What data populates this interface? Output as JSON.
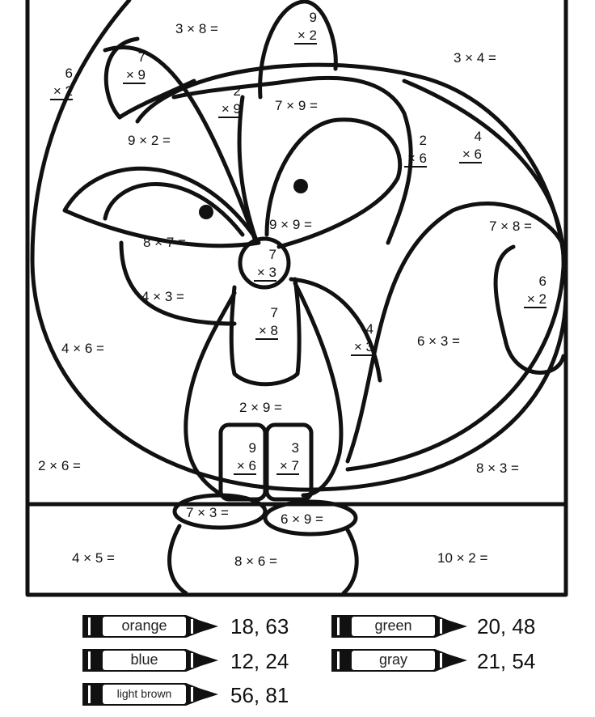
{
  "labels": {
    "l1": "3 × 8 =",
    "l2": "3 × 4 =",
    "l3": "7 × 9 =",
    "l4": "9 × 2 =",
    "l5": "9 × 9 =",
    "l6": "7 × 8 =",
    "l7": "8 × 7 =",
    "l8": "4 × 3 =",
    "l9": "6 × 3 =",
    "l10": "4 × 6 =",
    "l11": "2 × 9 =",
    "l12": "2 × 6 =",
    "l13": "8 × 3 =",
    "l14": "7 × 3 =",
    "l15": "6 × 9 =",
    "l16": "4 × 5 =",
    "l17": "8 × 6 =",
    "l18": "10 × 2 ="
  },
  "stacked": {
    "s1": {
      "top": "9",
      "bottom": "× 2"
    },
    "s2": {
      "top": "7",
      "bottom": "× 9"
    },
    "s3": {
      "top": "6",
      "bottom": "× 2"
    },
    "s4": {
      "top": "2",
      "bottom": "× 9"
    },
    "s5": {
      "top": "2",
      "bottom": "× 6"
    },
    "s6": {
      "top": "4",
      "bottom": "× 6"
    },
    "s7": {
      "top": "7",
      "bottom": "× 3"
    },
    "s8": {
      "top": "6",
      "bottom": "× 2"
    },
    "s9": {
      "top": "7",
      "bottom": "× 8"
    },
    "s10": {
      "top": "4",
      "bottom": "× 3"
    },
    "s11": {
      "top": "9",
      "bottom": "× 6"
    },
    "s12": {
      "top": "3",
      "bottom": "× 7"
    }
  },
  "key": [
    {
      "color_name": "orange",
      "answers": "18, 63",
      "color": "#f39c12"
    },
    {
      "color_name": "green",
      "answers": "20, 48",
      "color": "#2e9e44"
    },
    {
      "color_name": "blue",
      "answers": "12, 24",
      "color": "#2f6fd6"
    },
    {
      "color_name": "gray",
      "answers": "21, 54",
      "color": "#8a8a8a"
    },
    {
      "color_name": "light brown",
      "answers": "56, 81",
      "color": "#c49a6c"
    }
  ]
}
